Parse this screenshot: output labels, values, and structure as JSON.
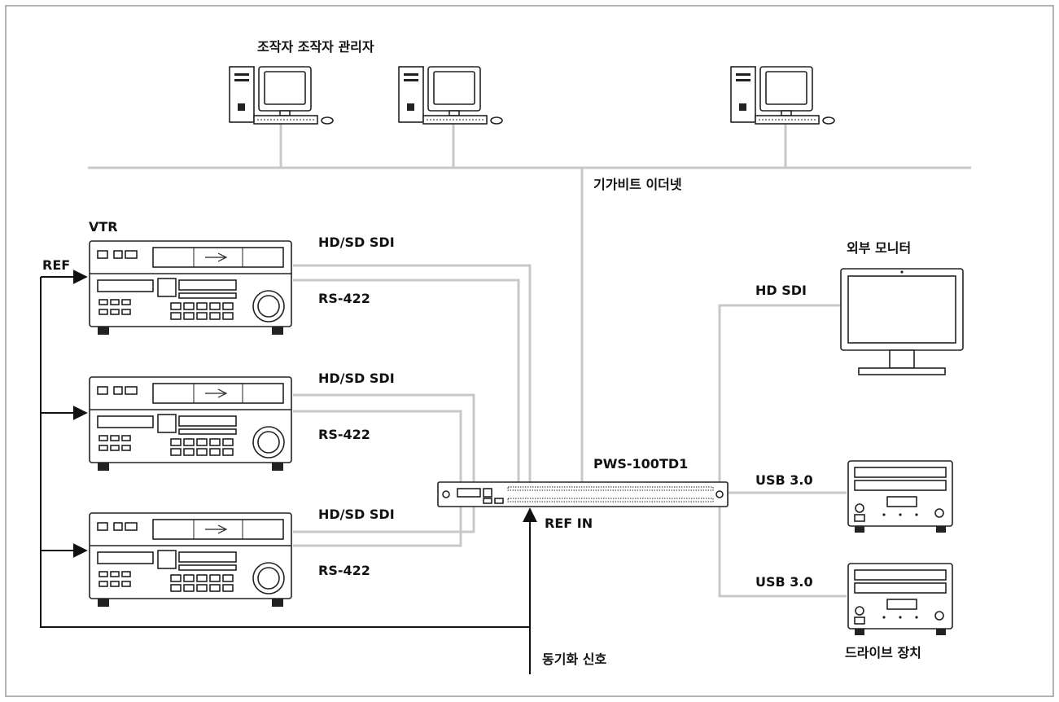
{
  "labels": {
    "operators": "조작자 조작자 관리자",
    "ethernet": "기가비트 이더넷",
    "vtr": "VTR",
    "ref": "REF",
    "sdi_1": "HD/SD SDI",
    "rs422_1": "RS-422",
    "sdi_2": "HD/SD SDI",
    "rs422_2": "RS-422",
    "sdi_3": "HD/SD SDI",
    "rs422_3": "RS-422",
    "ext_monitor": "외부 모니터",
    "hd_sdi": "HD SDI",
    "main_unit": "PWS-100TD1",
    "usb_1": "USB 3.0",
    "usb_2": "USB 3.0",
    "ref_in": "REF IN",
    "sync_signal": "동기화 신호",
    "drive": "드라이브 장치"
  },
  "colors": {
    "cable": "#c8c8c8",
    "outline": "#222222",
    "frame": "#999999"
  }
}
